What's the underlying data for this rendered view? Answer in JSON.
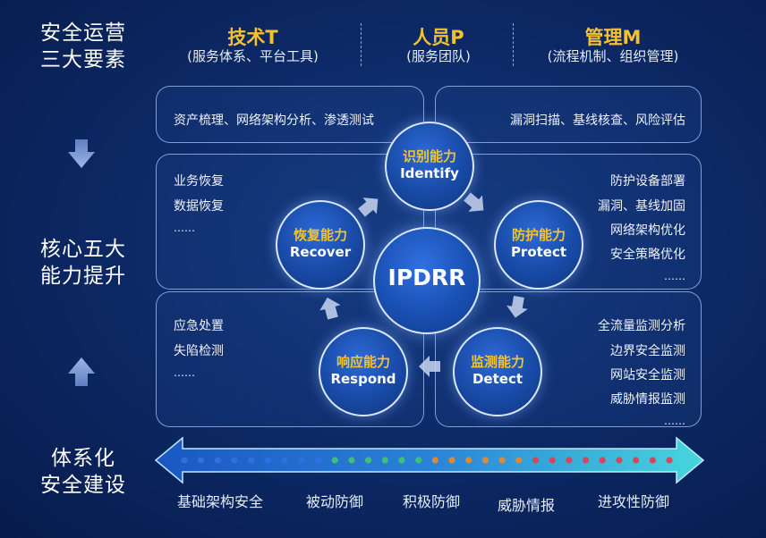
{
  "left_labels": {
    "top": [
      "安全运营",
      "三大要素"
    ],
    "middle": [
      "核心五大",
      "能力提升"
    ],
    "bottom": [
      "体系化",
      "安全建设"
    ]
  },
  "header": {
    "columns": [
      {
        "title": "技术T",
        "subtitle": "(服务体系、平台工具)"
      },
      {
        "title": "人员P",
        "subtitle": "(服务团队)"
      },
      {
        "title": "管理M",
        "subtitle": "(流程机制、组织管理)"
      }
    ]
  },
  "panels": {
    "identify_left": "资产梳理、网络架构分析、渗透测试",
    "identify_right": "漏洞扫描、基线核查、风险评估",
    "recover": [
      "业务恢复",
      "数据恢复",
      "……"
    ],
    "protect": [
      "防护设备部署",
      "漏洞、基线加固",
      "网络架构优化",
      "安全策略优化",
      "……"
    ],
    "respond": [
      "应急处置",
      "失陷检测",
      "……"
    ],
    "detect": [
      "全流量监测分析",
      "边界安全监测",
      "网站安全监测",
      "威胁情报监测",
      "……"
    ]
  },
  "center": "IPDRR",
  "capabilities": {
    "identify": {
      "cn": "识别能力",
      "en": "Identify"
    },
    "protect": {
      "cn": "防护能力",
      "en": "Protect"
    },
    "detect": {
      "cn": "监测能力",
      "en": "Detect"
    },
    "respond": {
      "cn": "响应能力",
      "en": "Respond"
    },
    "recover": {
      "cn": "恢复能力",
      "en": "Recover"
    }
  },
  "bottom_stages": [
    "基础架构安全",
    "被动防御",
    "积极防御",
    "威胁情报",
    "进攻性防御"
  ],
  "colors": {
    "accent_gold": "#f2c230",
    "background": "#0d2a68",
    "bar_start": "#1d5fc9",
    "bar_end": "#3dd1d8"
  }
}
